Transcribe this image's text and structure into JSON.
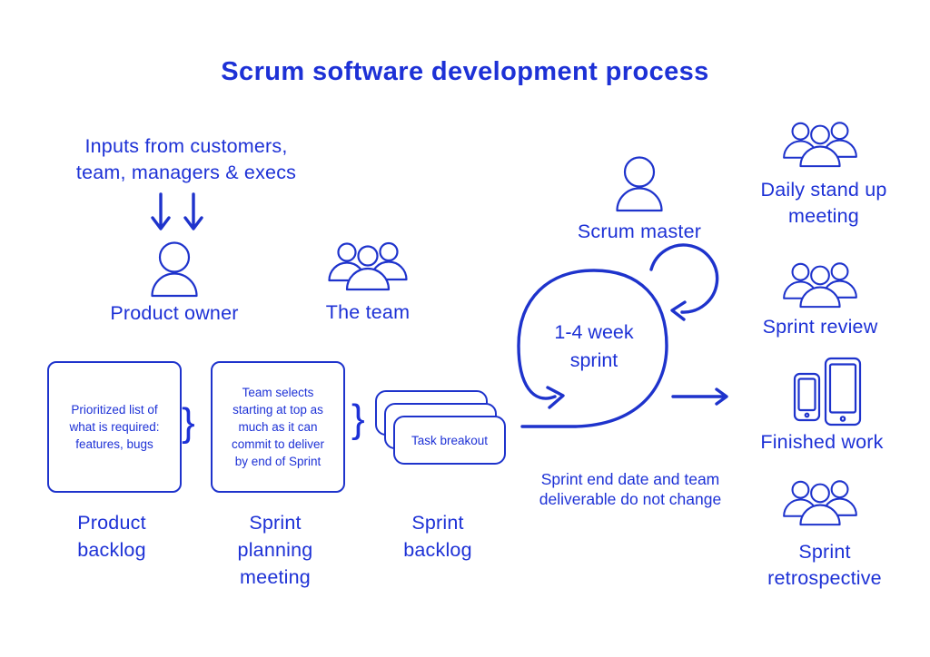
{
  "title": "Scrum software development process",
  "colors": {
    "ink": "#1d31d6",
    "stroke": "#1e33cc",
    "background": "#ffffff"
  },
  "inputs": {
    "lines": [
      "Inputs from customers,",
      "team, managers & execs"
    ]
  },
  "roles": {
    "product_owner": "Product owner",
    "team": "The team",
    "scrum_master": "Scrum master"
  },
  "sprint_loop": {
    "label_lines": [
      "1-4 week",
      "sprint"
    ],
    "note_lines": [
      "Sprint end date and team",
      "deliverable do not change"
    ]
  },
  "artifacts": {
    "brace": "}",
    "product_backlog": {
      "box_text": "Prioritized list of what is required: features, bugs",
      "label_lines": [
        "Product",
        "backlog"
      ]
    },
    "sprint_planning": {
      "box_text": "Team selects starting at top as much as it can commit to deliver by end of Sprint",
      "label_lines": [
        "Sprint",
        "planning",
        "meeting"
      ]
    },
    "sprint_backlog": {
      "card_text": "Task breakout",
      "label_lines": [
        "Sprint",
        "backlog"
      ]
    }
  },
  "outputs": {
    "daily_standup": {
      "lines": [
        "Daily stand up",
        "meeting"
      ]
    },
    "sprint_review": {
      "lines": [
        "Sprint review"
      ]
    },
    "finished_work": {
      "lines": [
        "Finished work"
      ]
    },
    "sprint_retrospective": {
      "lines": [
        "Sprint",
        "retrospective"
      ]
    }
  },
  "icons": {
    "person": "person-icon",
    "group": "people-group-icon",
    "down_arrow": "down-arrow-icon",
    "sprint_cycle": "sprint-cycle-arrow-icon",
    "scrum_master_loop": "loop-arrow-icon",
    "flow_arrow": "right-arrow-icon",
    "devices": "devices-icon"
  }
}
